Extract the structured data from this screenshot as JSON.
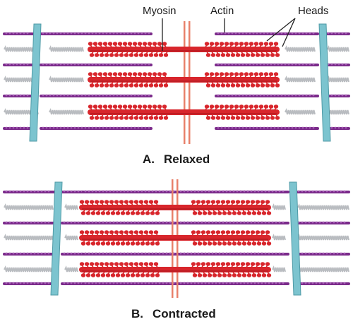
{
  "labels": {
    "myosin": "Myosin",
    "actin": "Actin",
    "heads": "Heads"
  },
  "panels": {
    "relaxed": {
      "letter": "A.",
      "title": "Relaxed"
    },
    "contracted": {
      "letter": "B.",
      "title": "Contracted"
    }
  },
  "colors": {
    "myosin": "#d8262c",
    "myosin_dark": "#a3141b",
    "actin": "#7a2a8a",
    "actin_light": "#a45cb3",
    "z_disc": "#7cc4cf",
    "titin": "#b9bcc0",
    "m_line": "#e8806a",
    "leader": "#222222"
  }
}
